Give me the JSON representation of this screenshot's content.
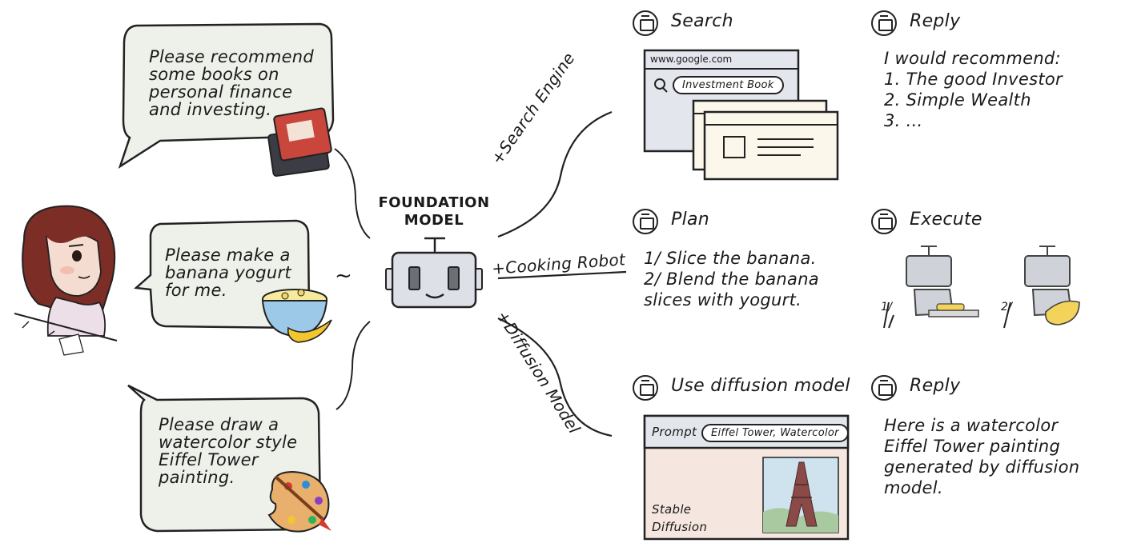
{
  "prompts": {
    "books": "Please recommend\nsome books on\npersonal finance\nand investing.",
    "yogurt": "Please make a\nbanana yogurt\nfor me.",
    "painting": "Please draw a\nwatercolor style\nEiffel Tower\npainting."
  },
  "center": {
    "title": "FOUNDATION\nMODEL",
    "tilde": "~"
  },
  "branches": {
    "search": "+Search Engine",
    "cooking": "+Cooking Robot",
    "diffusion": "+Diffusion Model"
  },
  "search_row": {
    "step1_label": "Search",
    "url": "www.google.com",
    "query": "Investment Book",
    "step2_label": "Reply",
    "reply": "I would recommend:\n1. The good Investor\n2. Simple Wealth\n3. ..."
  },
  "cooking_row": {
    "step1_label": "Plan",
    "plan": "1/  Slice the banana.\n2/  Blend the banana\nslices with yogurt.",
    "step2_label": "Execute",
    "exec1": "1/",
    "exec2": "2/"
  },
  "diffusion_row": {
    "step1_label": "Use diffusion model",
    "prompt_label": "Prompt",
    "prompt_value": "Eiffel Tower, Watercolor",
    "engine": "Stable\nDiffusion",
    "step2_label": "Reply",
    "reply": "Here is a watercolor\nEiffel Tower painting\ngenerated by diffusion\nmodel."
  },
  "colors": {
    "bubble_fill": "#eef1ea",
    "panel_fill": "#e3e6ec",
    "canvas_fill": "#f5e7df",
    "robot_fill": "#dde0e6",
    "stroke": "#222222"
  }
}
